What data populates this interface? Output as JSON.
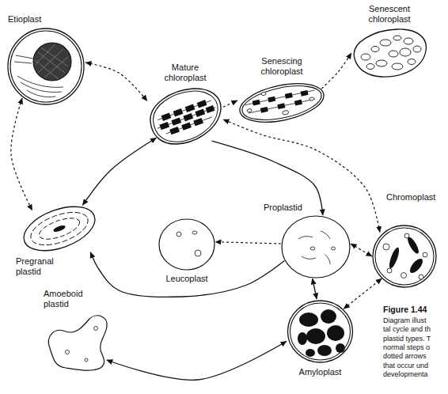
{
  "diagram": {
    "title": "Figure 1.44",
    "nodes": [
      {
        "text": [
          "Senescent chloroplast"
        ]
      },
      {
        "text": [
          "Senescing chloroplast"
        ]
      },
      {
        "text": [
          "Etioplast"
        ]
      },
      {
        "text": [
          "Mature chloroplast"
        ]
      },
      {
        "text": [
          "Proplastid"
        ]
      },
      {
        "text": [
          "Chromoplast"
        ]
      },
      {
        "text": [
          "Leucoplast"
        ]
      },
      {
        "text": [
          "Pregranal plastid"
        ]
      },
      {
        "text": [
          "Amoeboid plastid"
        ]
      },
      {
        "text": [
          "Amyloplast"
        ]
      }
    ],
    "edges": [
      {
        "from": 3,
        "to": 1,
        "arrow": "to"
      },
      {
        "from": 1,
        "to": 0,
        "arrow": "to"
      },
      {
        "from": 2,
        "to": 3,
        "arrow": "both"
      },
      {
        "from": 2,
        "to": 7,
        "arrow": "both"
      },
      {
        "from": 7,
        "to": 3,
        "arrow": "both"
      },
      {
        "from": 3,
        "to": 4,
        "arrow": "to"
      },
      {
        "from": 5,
        "to": 3,
        "arrow": "both"
      },
      {
        "from": 4,
        "to": 7,
        "arrow": "to"
      },
      {
        "from": 4,
        "to": 6,
        "arrow": "to"
      },
      {
        "from": 4,
        "to": 5,
        "arrow": "both"
      },
      {
        "from": 4,
        "to": 9,
        "arrow": "both"
      },
      {
        "from": 9,
        "to": 5,
        "arrow": "both"
      },
      {
        "from": 8,
        "to": 9,
        "arrow": "both"
      }
    ],
    "labels": [
      "Diagram illust",
      "tal cycle and th",
      "plastid types. T",
      "normal steps o",
      "dotted arrows",
      "that occur und",
      "developmenta"
    ]
  }
}
